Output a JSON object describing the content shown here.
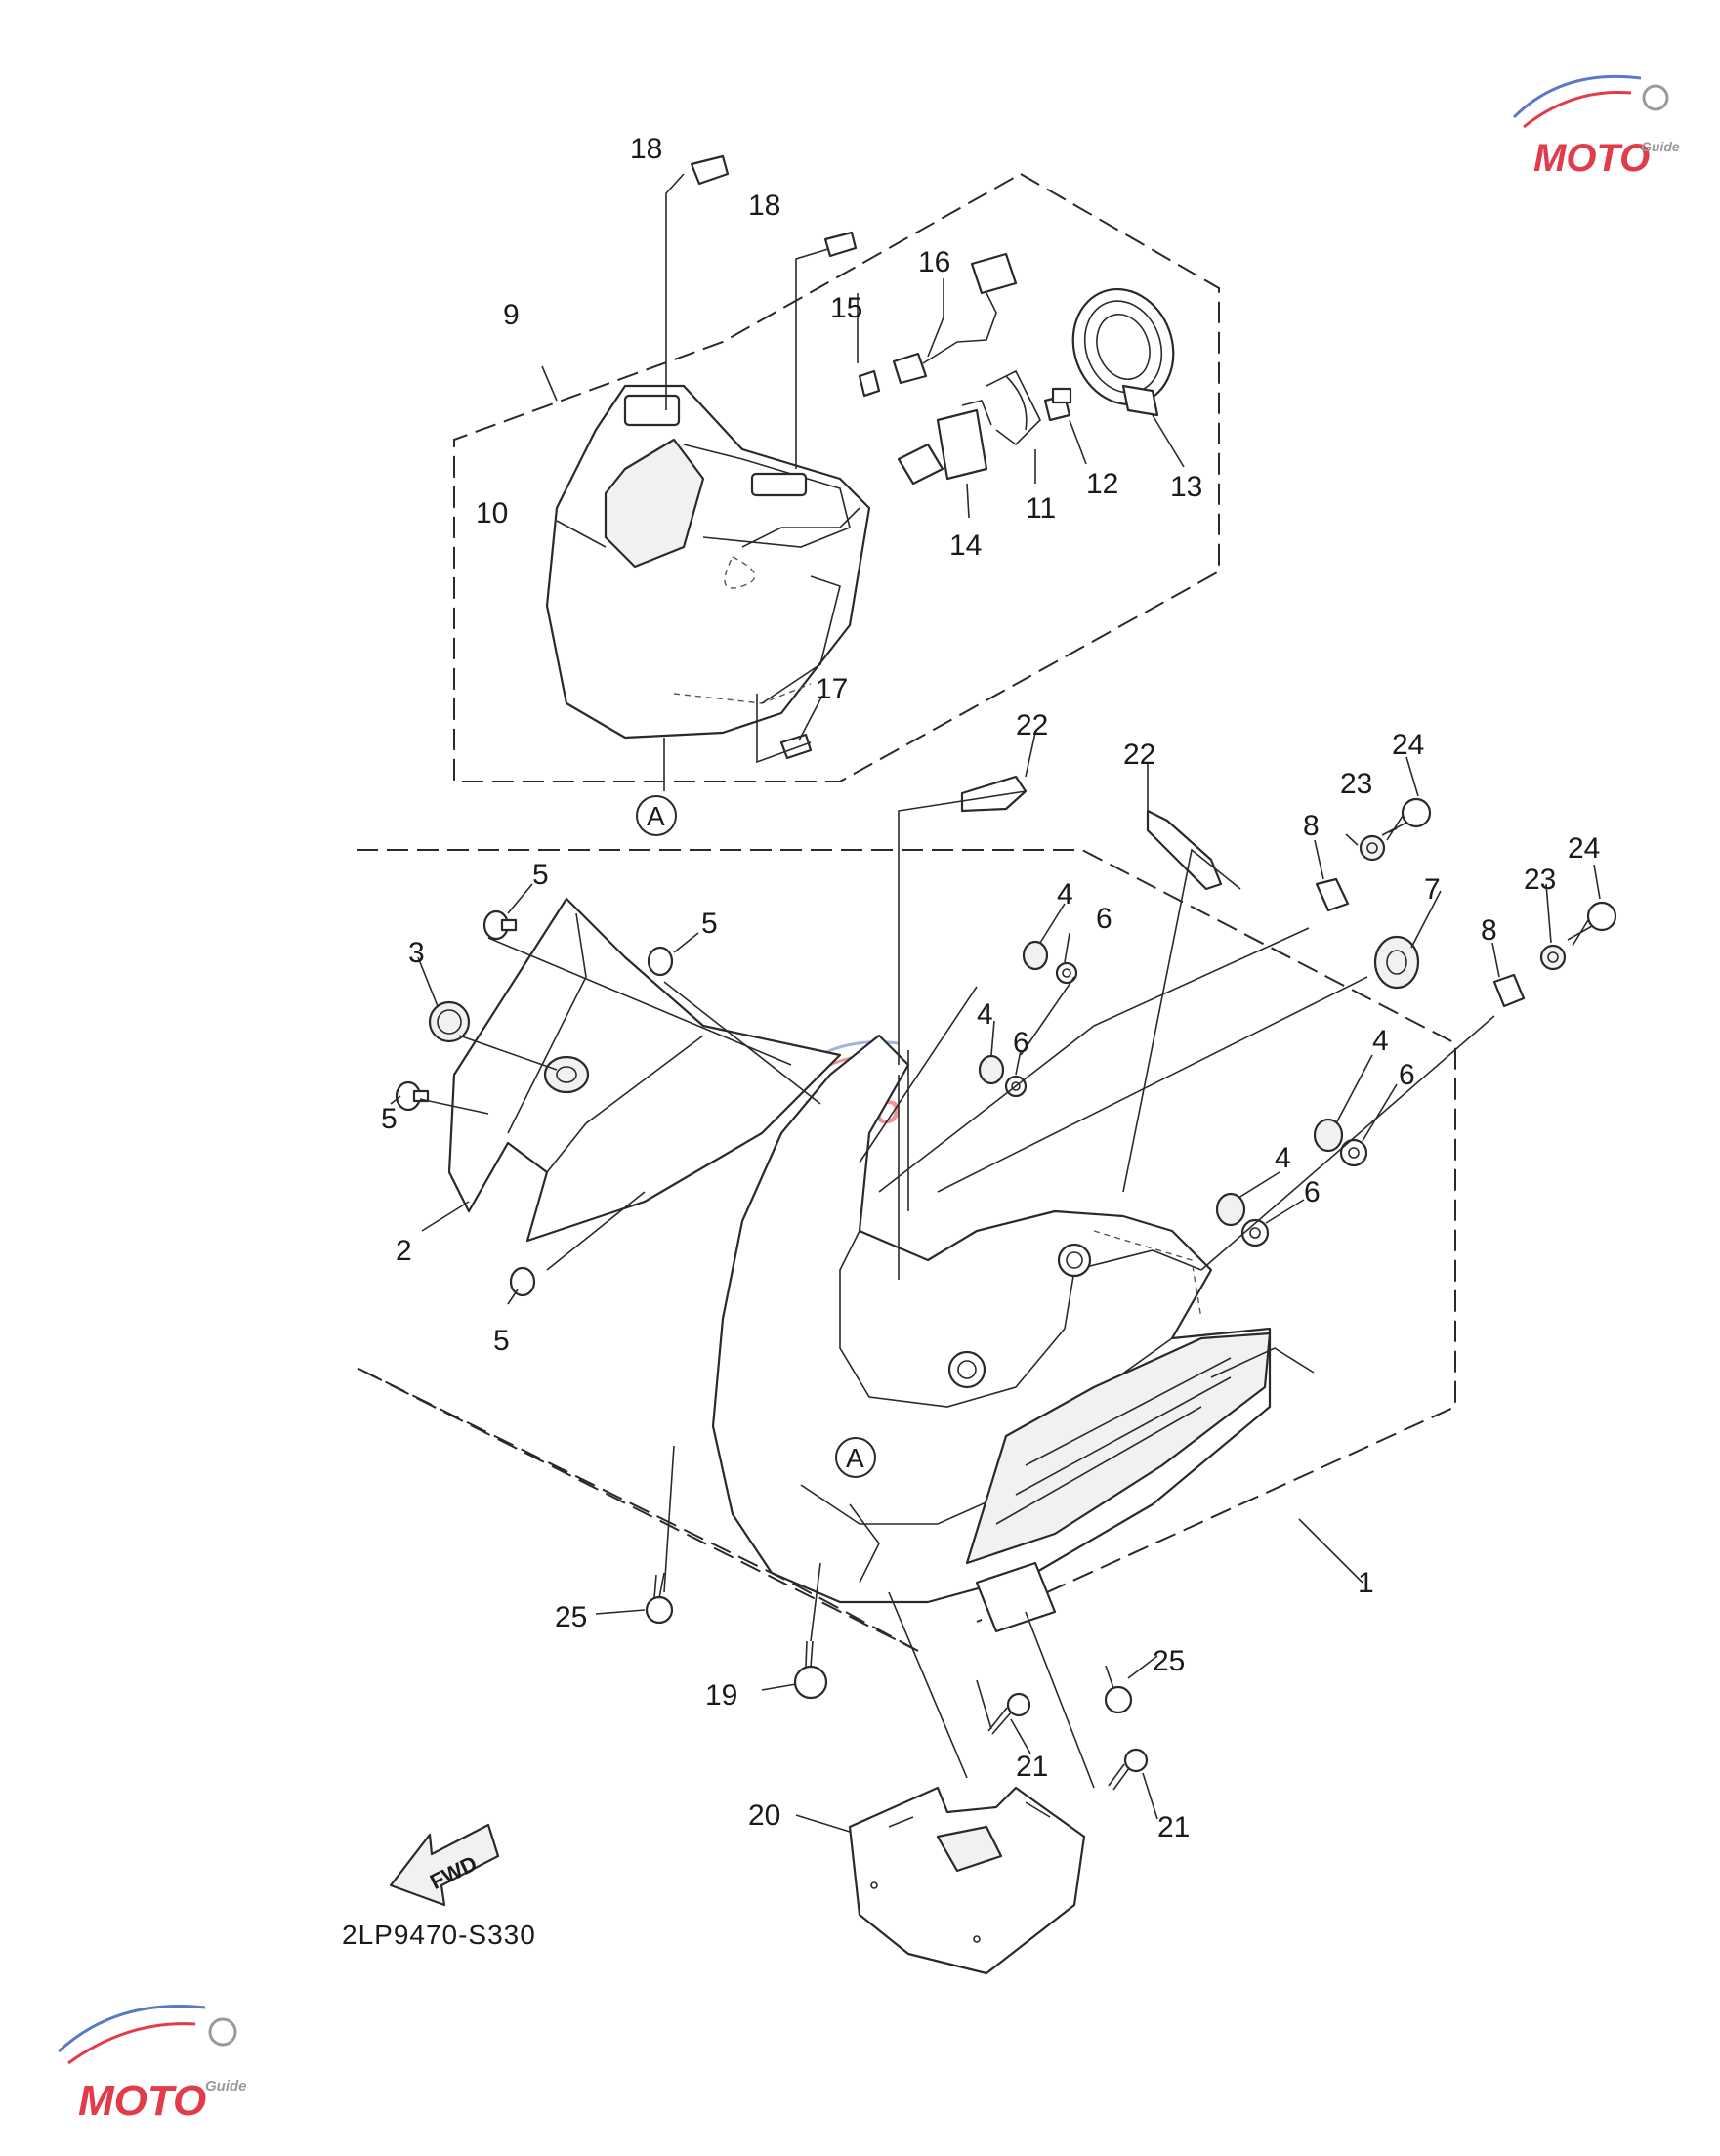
{
  "diagram": {
    "drawing_code": "2LP9470-S330",
    "fwd_label": "FWD",
    "reference_marker": "A",
    "callouts": {
      "c1": "1",
      "c2": "2",
      "c3": "3",
      "c4a": "4",
      "c4b": "4",
      "c4c": "4",
      "c4d": "4",
      "c5a": "5",
      "c5b": "5",
      "c5c": "5",
      "c5d": "5",
      "c6a": "6",
      "c6b": "6",
      "c6c": "6",
      "c6d": "6",
      "c7": "7",
      "c8a": "8",
      "c8b": "8",
      "c9": "9",
      "c10": "10",
      "c11": "11",
      "c12": "12",
      "c13": "13",
      "c14": "14",
      "c15": "15",
      "c16": "16",
      "c17": "17",
      "c18a": "18",
      "c18b": "18",
      "c19": "19",
      "c20": "20",
      "c21a": "21",
      "c21b": "21",
      "c22a": "22",
      "c22b": "22",
      "c23a": "23",
      "c23b": "23",
      "c24a": "24",
      "c24b": "24",
      "c25a": "25",
      "c25b": "25"
    }
  },
  "watermark": {
    "brand": "MOTO",
    "tagline": "Guide",
    "colors": {
      "red": "#e23b4a",
      "blue": "#5a78c8",
      "grey": "#9a9a9a"
    }
  }
}
